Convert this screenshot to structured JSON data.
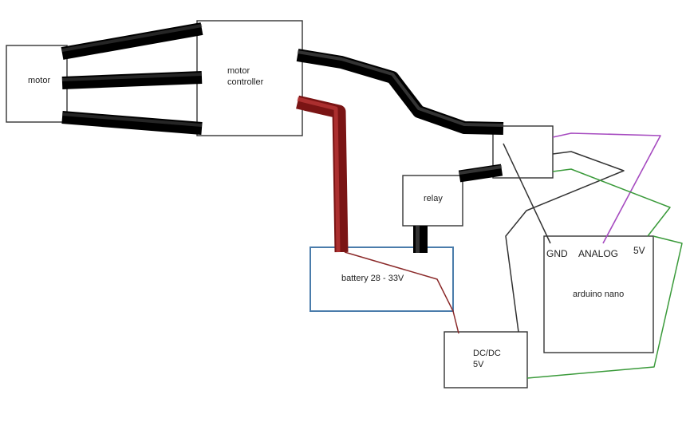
{
  "components": {
    "motor": "motor",
    "motor_controller_line1": "motor",
    "motor_controller_line2": "controller",
    "relay": "relay",
    "battery": "battery 28 - 33V",
    "dcdc_line1": "DC/DC",
    "dcdc_line2": "5V",
    "arduino": "arduino nano"
  },
  "arduino_pins": {
    "gnd": "GND",
    "analog": "ANALOG",
    "v5": "5V"
  },
  "colors": {
    "power_cable": "#222222",
    "battery_cable": "#9b1e1e",
    "battery_box": "#4a7cab",
    "signal_wire": "#a64bc0",
    "five_volt_wire": "#3a9a3a",
    "ground_wire": "#333333",
    "battery_wire": "#8b2a2a"
  }
}
